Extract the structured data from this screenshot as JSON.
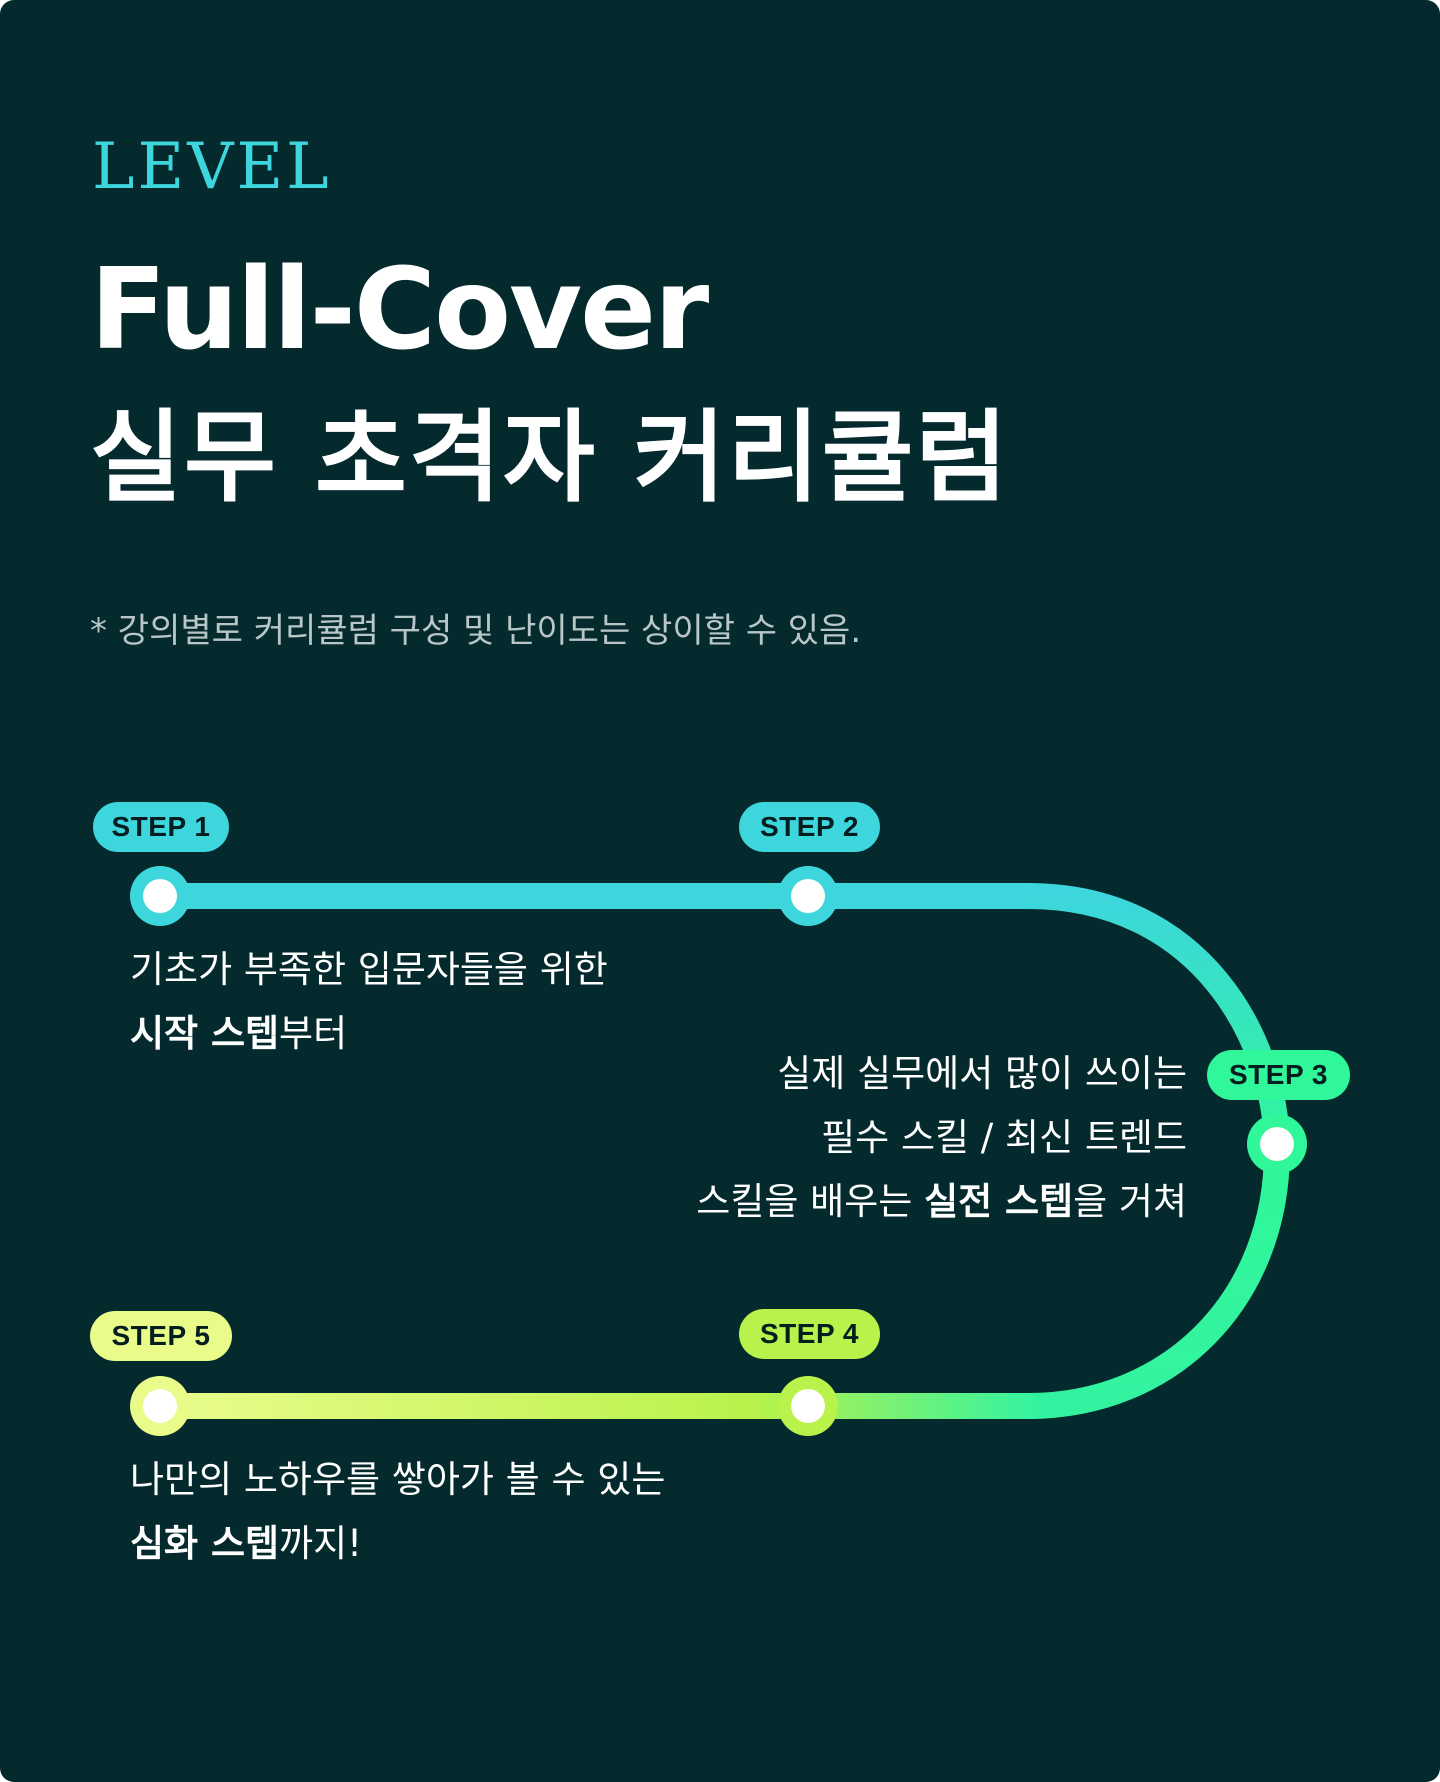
{
  "header": {
    "eyebrow": "LEVEL",
    "title_line1": "Full-Cover",
    "title_line2": "실무 초격자 커리큘럼",
    "note": "* 강의별로 커리큘럼 구성 및 난이도는 상이할 수 있음."
  },
  "colors": {
    "background": "#042a2d",
    "accent_cyan": "#3dd6dc",
    "accent_green": "#2ff79a",
    "accent_lime": "#b9f24a",
    "accent_yellow": "#e9fc8a"
  },
  "steps": [
    {
      "label": "STEP 1",
      "color": "#3dd6dc",
      "desc": [
        {
          "parts": [
            {
              "text": "기초가 부족한 입문자들을 위한",
              "bold": false
            }
          ]
        },
        {
          "parts": [
            {
              "text": "시작 스텝",
              "bold": true
            },
            {
              "text": "부터",
              "bold": false
            }
          ]
        }
      ]
    },
    {
      "label": "STEP 2",
      "color": "#3dd6dc"
    },
    {
      "label": "STEP 3",
      "color": "#2ff79a",
      "desc": [
        {
          "parts": [
            {
              "text": "실제 실무에서 많이 쓰이는",
              "bold": false
            }
          ]
        },
        {
          "parts": [
            {
              "text": "필수 스킬 / 최신 트렌드",
              "bold": false
            }
          ]
        },
        {
          "parts": [
            {
              "text": "스킬을 배우는 ",
              "bold": false
            },
            {
              "text": "실전 스텝",
              "bold": true
            },
            {
              "text": "을 거쳐",
              "bold": false
            }
          ]
        }
      ]
    },
    {
      "label": "STEP 4",
      "color": "#b9f24a"
    },
    {
      "label": "STEP 5",
      "color": "#e9fc8a",
      "desc": [
        {
          "parts": [
            {
              "text": "나만의 노하우를 쌓아가 볼 수 있는",
              "bold": false
            }
          ]
        },
        {
          "parts": [
            {
              "text": "심화 스텝",
              "bold": true
            },
            {
              "text": "까지!",
              "bold": false
            }
          ]
        }
      ]
    }
  ]
}
